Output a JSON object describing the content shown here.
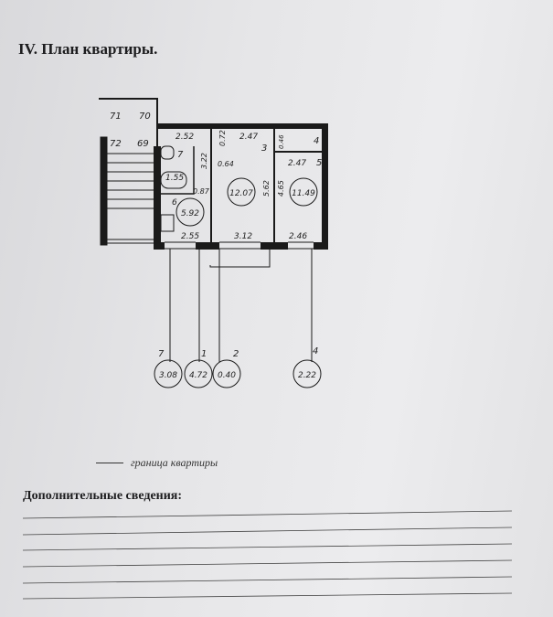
{
  "section_title": "IV. План квартиры.",
  "plan": {
    "stair_labels": [
      "71",
      "70",
      "72",
      "69"
    ],
    "room_numbers": [
      "7",
      "6",
      "3",
      "4",
      "5",
      "1",
      "2"
    ],
    "dimensions": [
      "2.52",
      "2.47",
      "3.22",
      "0.64",
      "0.72",
      "1.55",
      "0.87",
      "2.55",
      "3.12",
      "2.46",
      "2.47",
      "0.46",
      "5.62",
      "4.65"
    ],
    "room_areas": [
      "5.92",
      "12.07",
      "11.49"
    ],
    "callouts": [
      {
        "room": "7",
        "area": "3.08"
      },
      {
        "room": "1",
        "area": "4.72"
      },
      {
        "room": "2",
        "area": "0.40"
      },
      {
        "room": "4",
        "area": "2.22"
      }
    ]
  },
  "legend_label": "граница квартиры",
  "additional_info_label": "Дополнительные сведения:"
}
